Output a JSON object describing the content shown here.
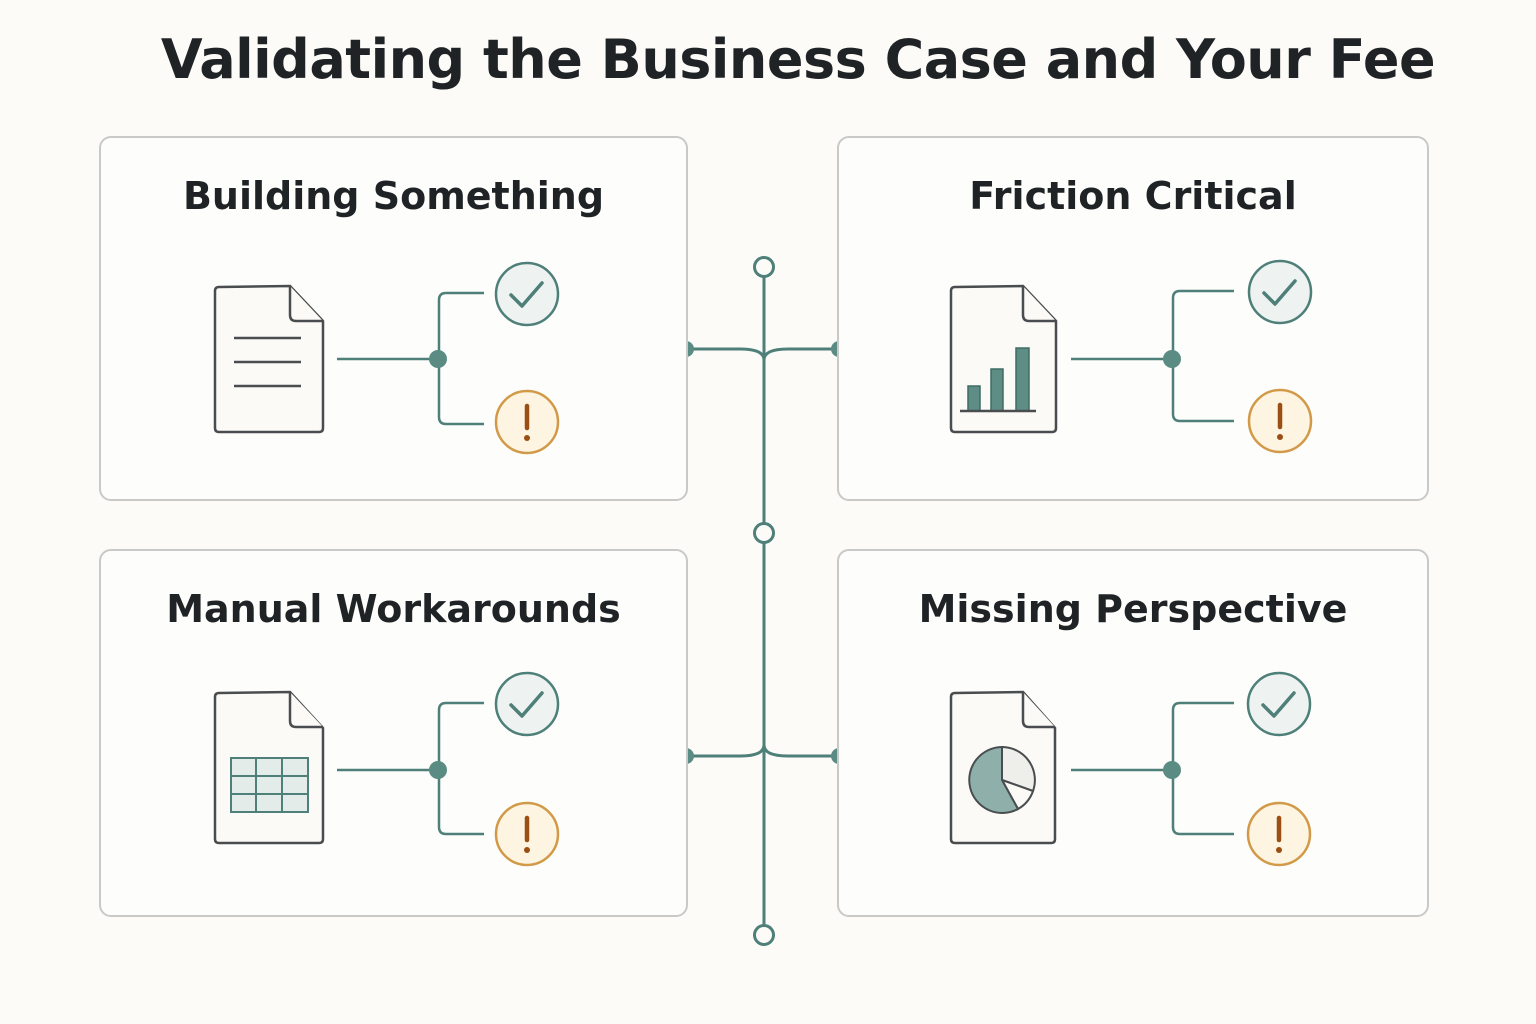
{
  "title": "Validating the Business Case and Your Fee",
  "colors": {
    "teal": "#4e7f78",
    "amber": "#d29a48",
    "amber_mark": "#9a4f14",
    "border": "#c9c9c7",
    "doc_stroke": "#4a4d4f"
  },
  "cards": [
    {
      "title": "Building Something",
      "doc_icon": "text-document-icon"
    },
    {
      "title": "Friction Critical",
      "doc_icon": "bar-chart-document-icon"
    },
    {
      "title": "Manual Workarounds",
      "doc_icon": "spreadsheet-document-icon"
    },
    {
      "title": "Missing Perspective",
      "doc_icon": "pie-chart-document-icon"
    }
  ],
  "branch_icons": [
    "check-circle-icon",
    "exclamation-circle-icon"
  ]
}
